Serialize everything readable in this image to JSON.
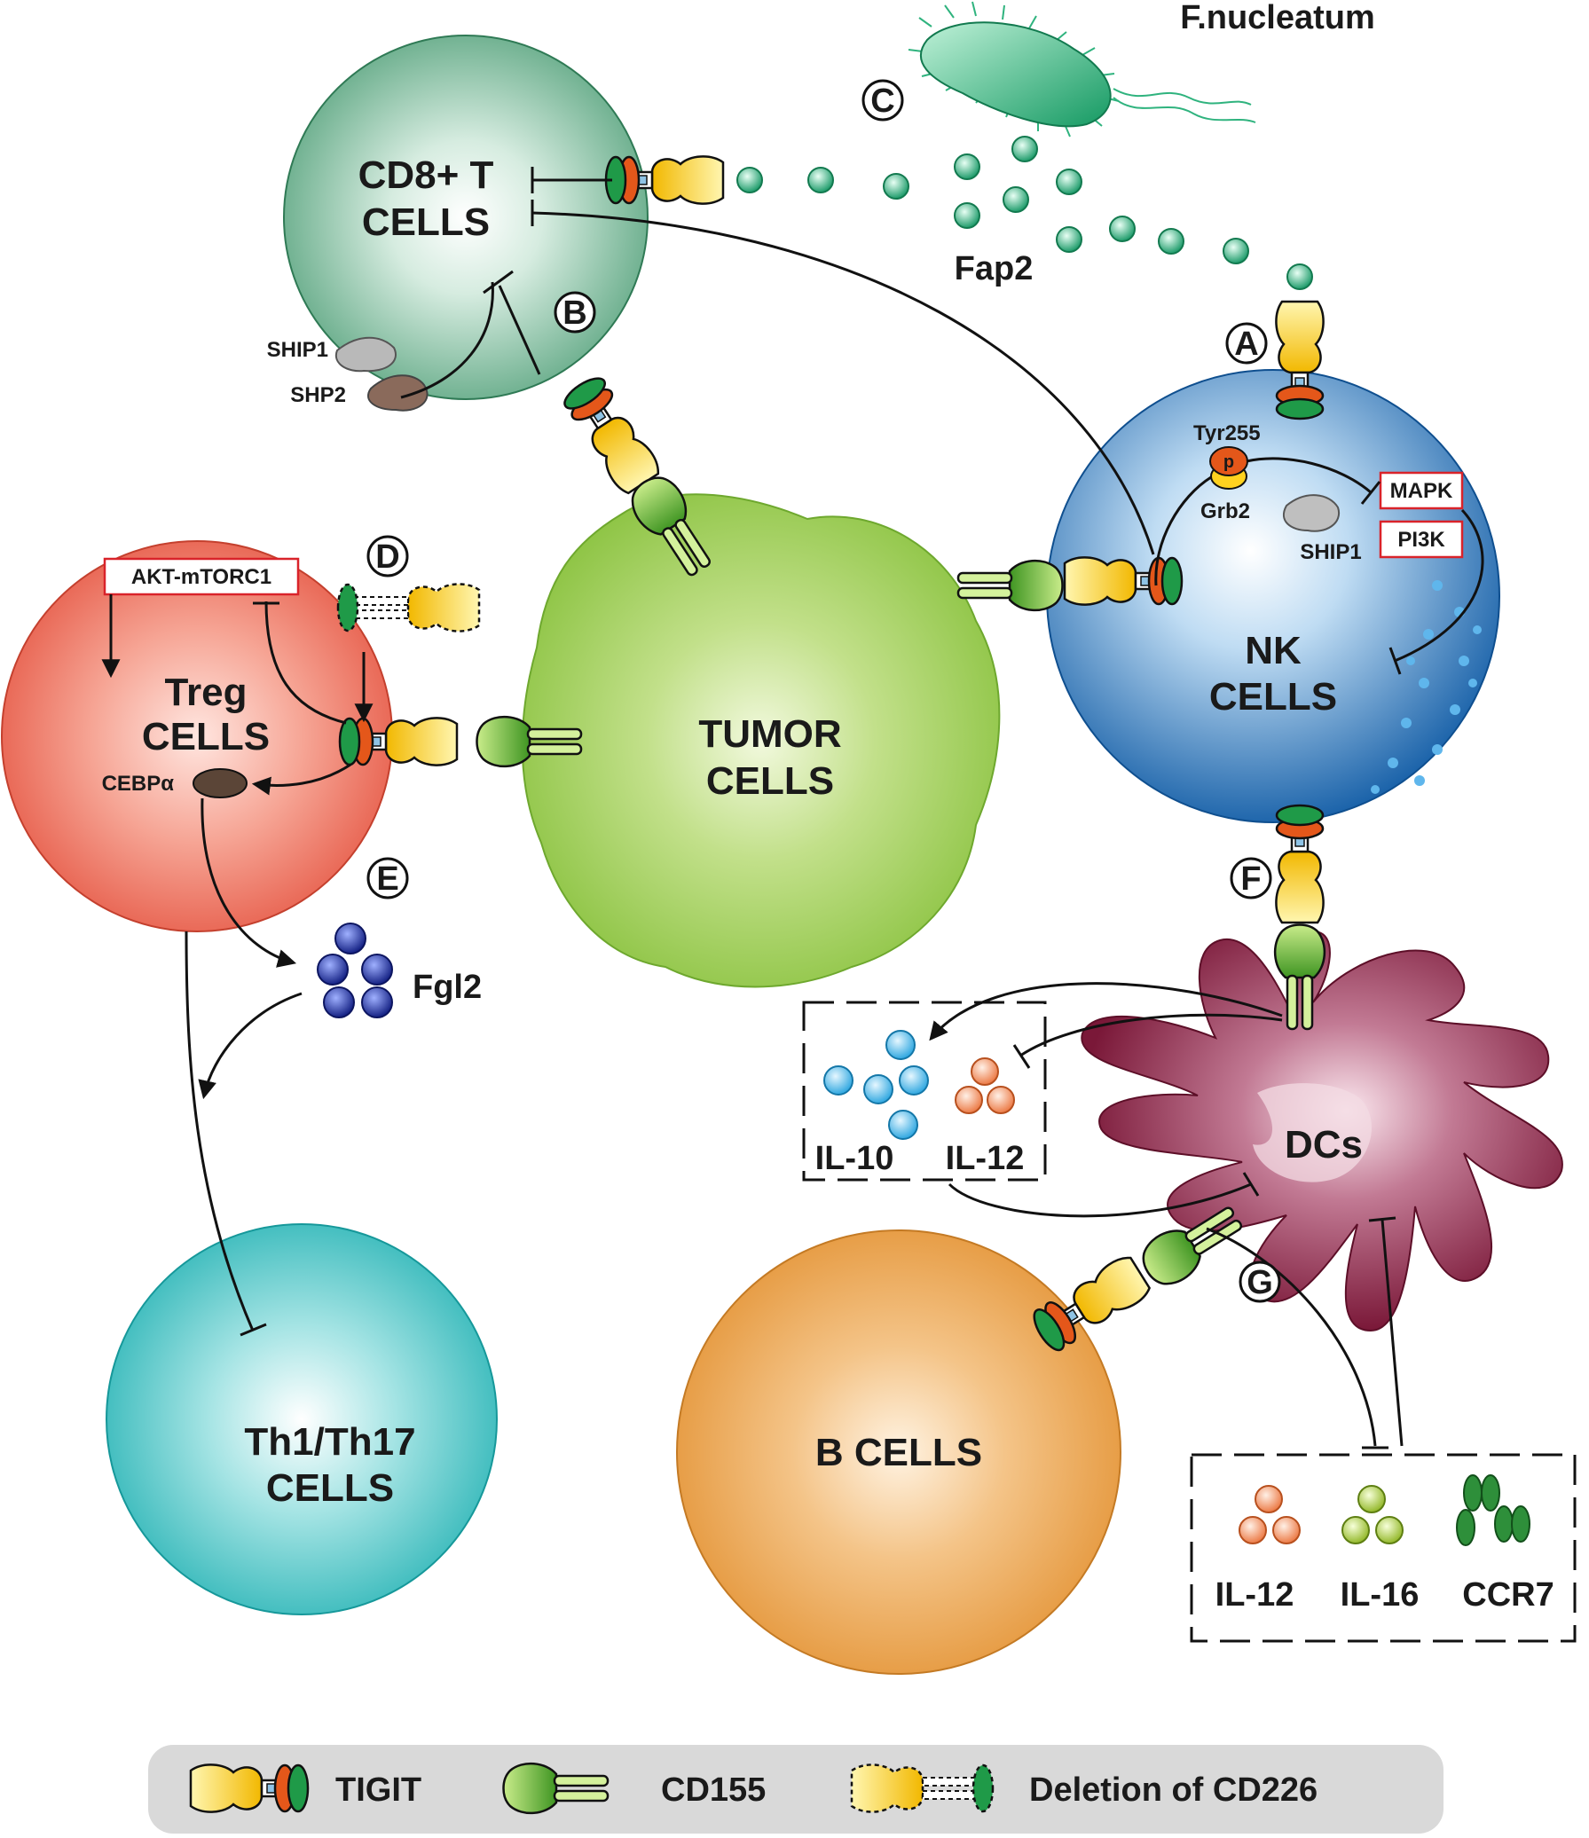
{
  "labels": {
    "f_nucleatum": "F.nucleatum",
    "fap2": "Fap2",
    "cd8_line1": "CD8+ T",
    "cd8_line2": "CELLS",
    "ship1_cd8": "SHIP1",
    "shp2": "SHP2",
    "nk_line1": "NK",
    "nk_line2": "CELLS",
    "tyr255": "Tyr255",
    "p": "p",
    "grb2": "Grb2",
    "ship1_nk": "SHIP1",
    "mapk": "MAPK",
    "pi3k": "PI3K",
    "treg_line1": "Treg",
    "treg_line2": "CELLS",
    "akt": "AKT-mTORC1",
    "cebpa": "CEBPα",
    "tumor_line1": "TUMOR",
    "tumor_line2": "CELLS",
    "fgl2": "Fgl2",
    "th_line1": "Th1/Th17",
    "th_line2": "CELLS",
    "dcs": "DCs",
    "il10": "IL-10",
    "il12_top": "IL-12",
    "b_cells": "B CELLS",
    "il12_bottom": "IL-12",
    "il16": "IL-16",
    "ccr7": "CCR7"
  },
  "markers": {
    "a": "A",
    "b": "B",
    "c": "C",
    "d": "D",
    "e": "E",
    "f": "F",
    "g": "G"
  },
  "legend": {
    "tigit": "TIGIT",
    "cd155": "CD155",
    "deletion": "Deletion of CD226"
  },
  "colors": {
    "cd8": "#5fae84",
    "nk": "#1d6fb8",
    "treg": "#e8604e",
    "tumor": "#8cc63f",
    "th": "#25b3b5",
    "dc": "#7a1838",
    "bcell": "#e69a3c",
    "tigit_yellow": "#ffd21f",
    "tigit_orange": "#e4571a",
    "tigit_green": "#1f9a48",
    "cd155_green": "#6ab42d",
    "bacteria": "#2fb37e",
    "fgl2": "#1f2f8f",
    "il10": "#4fb8e8",
    "il12": "#f08a5a",
    "il16": "#a8c83a",
    "ccr7": "#2e8f3a"
  }
}
